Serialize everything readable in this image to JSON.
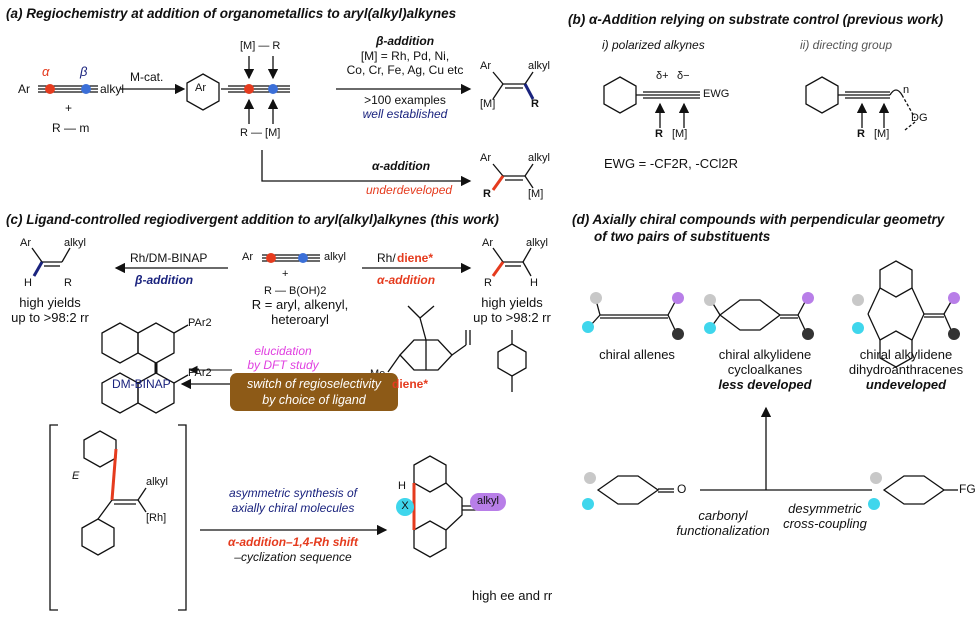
{
  "panel_a": {
    "title": "(a) Regiochemistry at addition of organometallics to aryl(alkyl)alkynes",
    "alpha": "α",
    "beta": "β",
    "ar": "Ar",
    "alkyl": "alkyl",
    "plus": "+",
    "rm": "R — m",
    "mcat": "M-cat.",
    "ar_ring": "Ar",
    "m_r_top": "[M] — R",
    "r_m_bottom": "R — [M]",
    "beta_add": "β-addition",
    "metals1": "[M] = Rh, Pd, Ni,",
    "metals2": "Co, Cr, Fe, Ag, Cu etc",
    "examples": ">100 examples",
    "established": "well established",
    "alpha_add": "α-addition",
    "underdeveloped": "underdeveloped",
    "prod_ar": "Ar",
    "prod_alkyl": "alkyl",
    "prod_m": "[M]",
    "prod_r": "R"
  },
  "panel_b": {
    "title": "(b) α-Addition relying on substrate control (previous work)",
    "sub1": "i) polarized alkynes",
    "sub2": "ii) directing group",
    "delta_plus": "δ+",
    "delta_minus": "δ−",
    "ewg": "EWG",
    "r": "R",
    "m": "[M]",
    "n": "n",
    "dg": "DG",
    "ewg_def": "EWG = -CF2R, -CCl2R"
  },
  "panel_c": {
    "title": "(c) Ligand-controlled regiodivergent addition to aryl(alkyl)alkynes (this work)",
    "rh_binap": "Rh/DM-BINAP",
    "beta_add": "β-addition",
    "rh_diene_prefix": "Rh/",
    "rh_diene": "diene*",
    "alpha_add": "α-addition",
    "boronic": "R — B(OH)2",
    "plus": "+",
    "r_def1": "R = aryl, alkenyl,",
    "r_def2": "heteroaryl",
    "yield_left1": "high yields",
    "yield_left2": "up to >98:2 rr",
    "yield_right1": "high yields",
    "yield_right2": "up to >98:2 rr",
    "ar": "Ar",
    "alkyl": "alkyl",
    "h": "H",
    "r": "R",
    "par2_a": "PAr2",
    "par2_b": "PAr2",
    "me": "Me",
    "elucidation1": "elucidation",
    "elucidation2": "by DFT study",
    "switch1": "switch of regioselectivity",
    "switch2": "by choice of ligand",
    "dm_binap": "DM-BINAP",
    "diene_label": "diene*",
    "asym1": "asymmetric synthesis of",
    "asym2": "axially chiral molecules",
    "seq1": "α-addition–1,4-Rh shift",
    "seq2": "–cyclization sequence",
    "e": "E",
    "rh": "[Rh]",
    "alkyl2": "alkyl",
    "h2": "H",
    "x": "X",
    "high_ee": "high ee and rr"
  },
  "panel_d": {
    "title1": "(d) Axially chiral compounds with perpendicular geometry",
    "title2": "of two pairs of substituents",
    "allenes": "chiral allenes",
    "cyclo1": "chiral alkylidene",
    "cyclo2": "cycloalkanes",
    "cyclo3": "less developed",
    "dha1": "chiral alkylidene",
    "dha2": "dihydroanthracenes",
    "dha3": "undeveloped",
    "o": "O",
    "fg": "FG",
    "carbonyl1": "carbonyl",
    "carbonyl2": "functionalization",
    "desym1": "desymmetric",
    "desym2": "cross-coupling"
  },
  "colors": {
    "red": "#e53b1e",
    "blue": "#1a237e",
    "brown": "#8d5a17",
    "magenta": "#e040e0",
    "purple": "#b87ee8",
    "cyan": "#3fd6ec",
    "dark": "#333333"
  }
}
